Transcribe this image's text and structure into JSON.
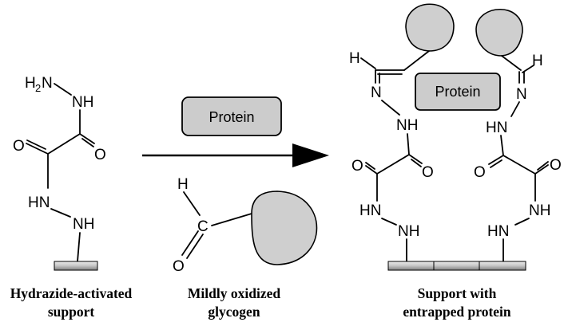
{
  "labels": {
    "protein": "Protein",
    "h2n": "H",
    "h2n_sub": "2",
    "h2n_n": "N",
    "nh": "NH",
    "hn": "HN",
    "n": "N",
    "o": "O",
    "c": "C",
    "h": "H"
  },
  "captions": {
    "left_line1": "Hydrazide-activated",
    "left_line2": "support",
    "middle_line1": "Mildly oxidized",
    "middle_line2": "glycogen",
    "right_line1": "Support with",
    "right_line2": "entrapped protein"
  },
  "colors": {
    "blob_fill": "#cfcfcf",
    "protein_box_fill": "#cccccc",
    "support_fill": "#cccccc"
  }
}
